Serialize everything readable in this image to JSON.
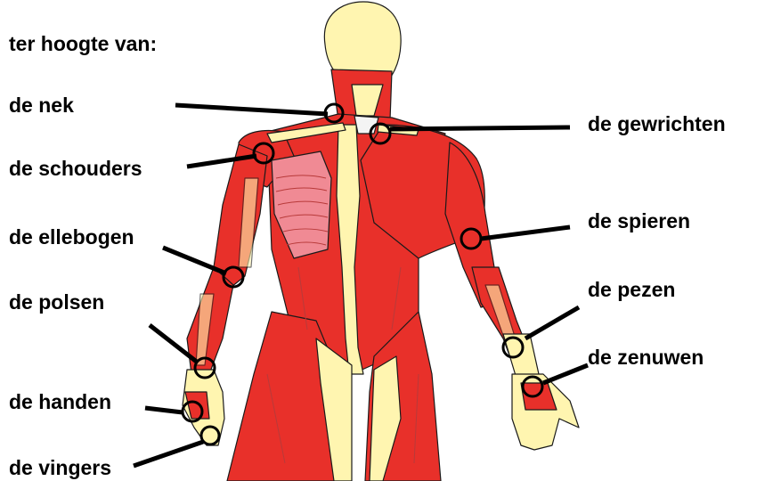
{
  "heading": "ter hoogte van:",
  "labels": {
    "nek": "de nek",
    "schouders": "de schouders",
    "ellebogen": "de ellebogen",
    "polsen": "de polsen",
    "handen": "de handen",
    "vingers": "de vingers",
    "gewrichten": "de gewrichten",
    "spieren": "de spieren",
    "pezen": "de pezen",
    "zenuwen": "de zenuwen"
  },
  "colors": {
    "muscle": "#e8302a",
    "skin": "#fff5b0",
    "outline": "#1a1a1a",
    "rib": "#f08a94",
    "pointer": "#000000"
  }
}
